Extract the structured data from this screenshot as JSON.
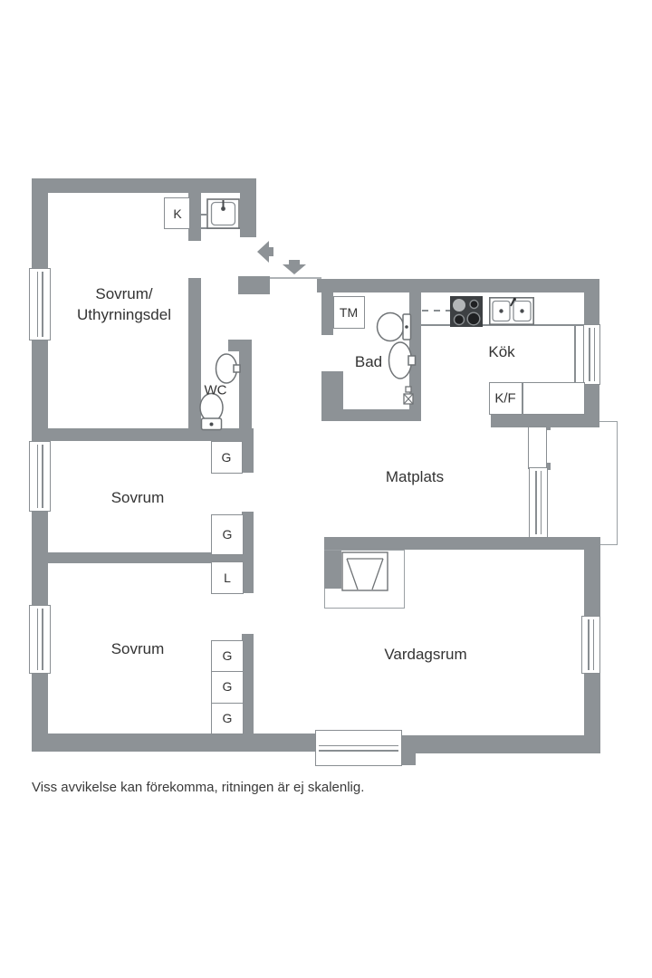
{
  "plan": {
    "rooms": {
      "bedroom_rental": {
        "line1": "Sovrum/",
        "line2": "Uthyrningsdel"
      },
      "bedroom_middle": "Sovrum",
      "bedroom_lower": "Sovrum",
      "dining": "Matplats",
      "living_room": "Vardagsrum",
      "kitchen": "Kök",
      "bathroom": "Bad",
      "wc": "WC"
    },
    "fixtures": {
      "washing_machine": "TM",
      "fridge_freezer": "K/F"
    },
    "closets": {
      "k": "K",
      "g": "G",
      "l": "L"
    },
    "colors": {
      "wall": "#8d9296",
      "outline": "#898e92",
      "fixture_stroke": "#6f7376",
      "text": "#333333",
      "background": "#ffffff"
    }
  },
  "footer": {
    "disclaimer": "Viss avvikelse kan förekomma, ritningen är ej skalenlig."
  }
}
